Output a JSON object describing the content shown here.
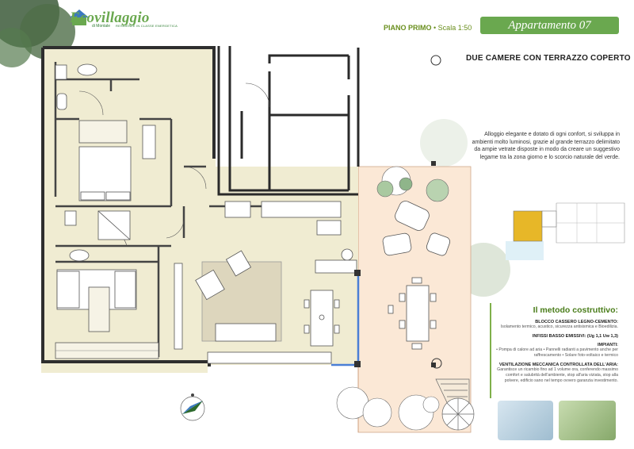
{
  "logo": {
    "brand": "Ecovillaggio",
    "sub": "di Montale",
    "tagline": "RESIDENZE IN CLASSE ENERGETICA"
  },
  "header": {
    "floor": "PIANO PRIMO",
    "scale": "• Scala 1:50",
    "apartment": "Appartamento 07"
  },
  "subtitle": "DUE CAMERE CON TERRAZZO COPERTO",
  "description": "Alloggio elegante e dotato di ogni confort, si sviluppa in ambienti molto luminosi, grazie al grande terrazzo delimitato da ampie vetrate disposte in modo da creare un suggestivo legame tra la zona giorno e lo scorcio naturale del verde.",
  "method": {
    "title": "Il metodo costruttivo:",
    "sections": [
      {
        "head": "BLOCCO CASSERO LEGNO-CEMENTO:",
        "text": "Isolamento termico, acustico, sicurezza antisismica e Bioedilizia."
      },
      {
        "head": "INFISSI BASSO EMISSIVI: (Ug 1,1 Uw 1,3)",
        "text": ""
      },
      {
        "head": "IMPIANTI:",
        "text": "• Pompa di calore ad aria • Pannelli radianti a pavimento anche per raffrescamento • Solare foto-voltaico e termico"
      },
      {
        "head": "VENTILAZIONE MECCANICA CONTROLLATA DELL'ARIA:",
        "text": "Garantisce un ricambio fino ad 1 volume ora, conferendo massimo comfort e salubrità dell'ambiente, stop all'aria viziata, stop alla polvere, edificio sano nel tempo ovvero garanzia investimento."
      }
    ]
  },
  "colors": {
    "accent": "#6aa84f",
    "floor": "#f0ecd2",
    "terrace": "#fbe8d6",
    "wall": "#333333",
    "glass": "#4a7fd6"
  }
}
